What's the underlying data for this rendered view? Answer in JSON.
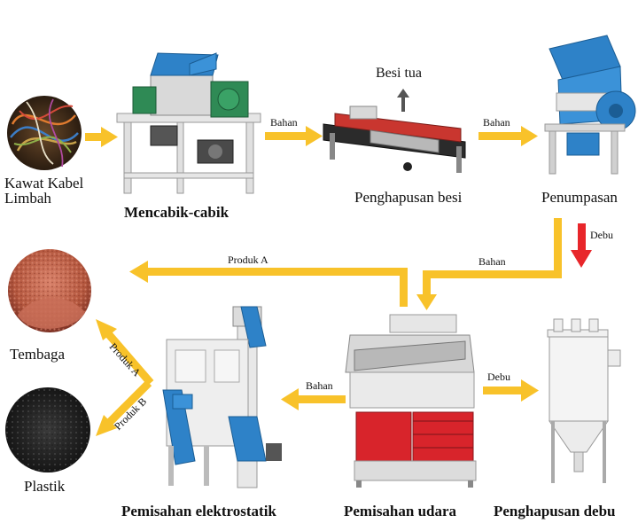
{
  "colors": {
    "flow_arrow": "#F8C22A",
    "dust_arrow": "#E8262A",
    "iron_arrow": "#555555",
    "machine_blue": "#2E82C8",
    "machine_grey": "#DCDCDC",
    "machine_red": "#D8242B",
    "copper": "#C0664A",
    "plastic": "#2A2A2A"
  },
  "stages": {
    "waste_cable": "Kawat Kabel\nLimbah",
    "shredding": "Mencabik-cabik",
    "iron_removal": "Penghapusan besi",
    "crushing": "Penumpasan",
    "air_separation": "Pemisahan udara",
    "electrostatic": "Pemisahan elektrostatik",
    "dust_removal": "Penghapusan debu",
    "copper": "Tembaga",
    "plastic": "Plastik"
  },
  "flows": {
    "bahan_1": "Bahan",
    "bahan_2": "Bahan",
    "bahan_3": "Bahan",
    "bahan_4": "Bahan",
    "debu_1": "Debu",
    "debu_2": "Debu",
    "produk_a_top": "Produk A",
    "produk_a_diag": "Produk A",
    "produk_b_diag": "Produk B",
    "besi_tua": "Besi tua"
  },
  "icons": {
    "cable_image": "cable-bundle",
    "shredder": "double-shaft-shredder",
    "magnet": "belt-magnetic-separator",
    "crusher": "crusher-machine",
    "air_sep": "air-separator",
    "electro_sep": "electrostatic-separator",
    "dust_collector": "pulse-dust-collector",
    "copper_image": "copper-granules",
    "plastic_image": "plastic-granules"
  }
}
